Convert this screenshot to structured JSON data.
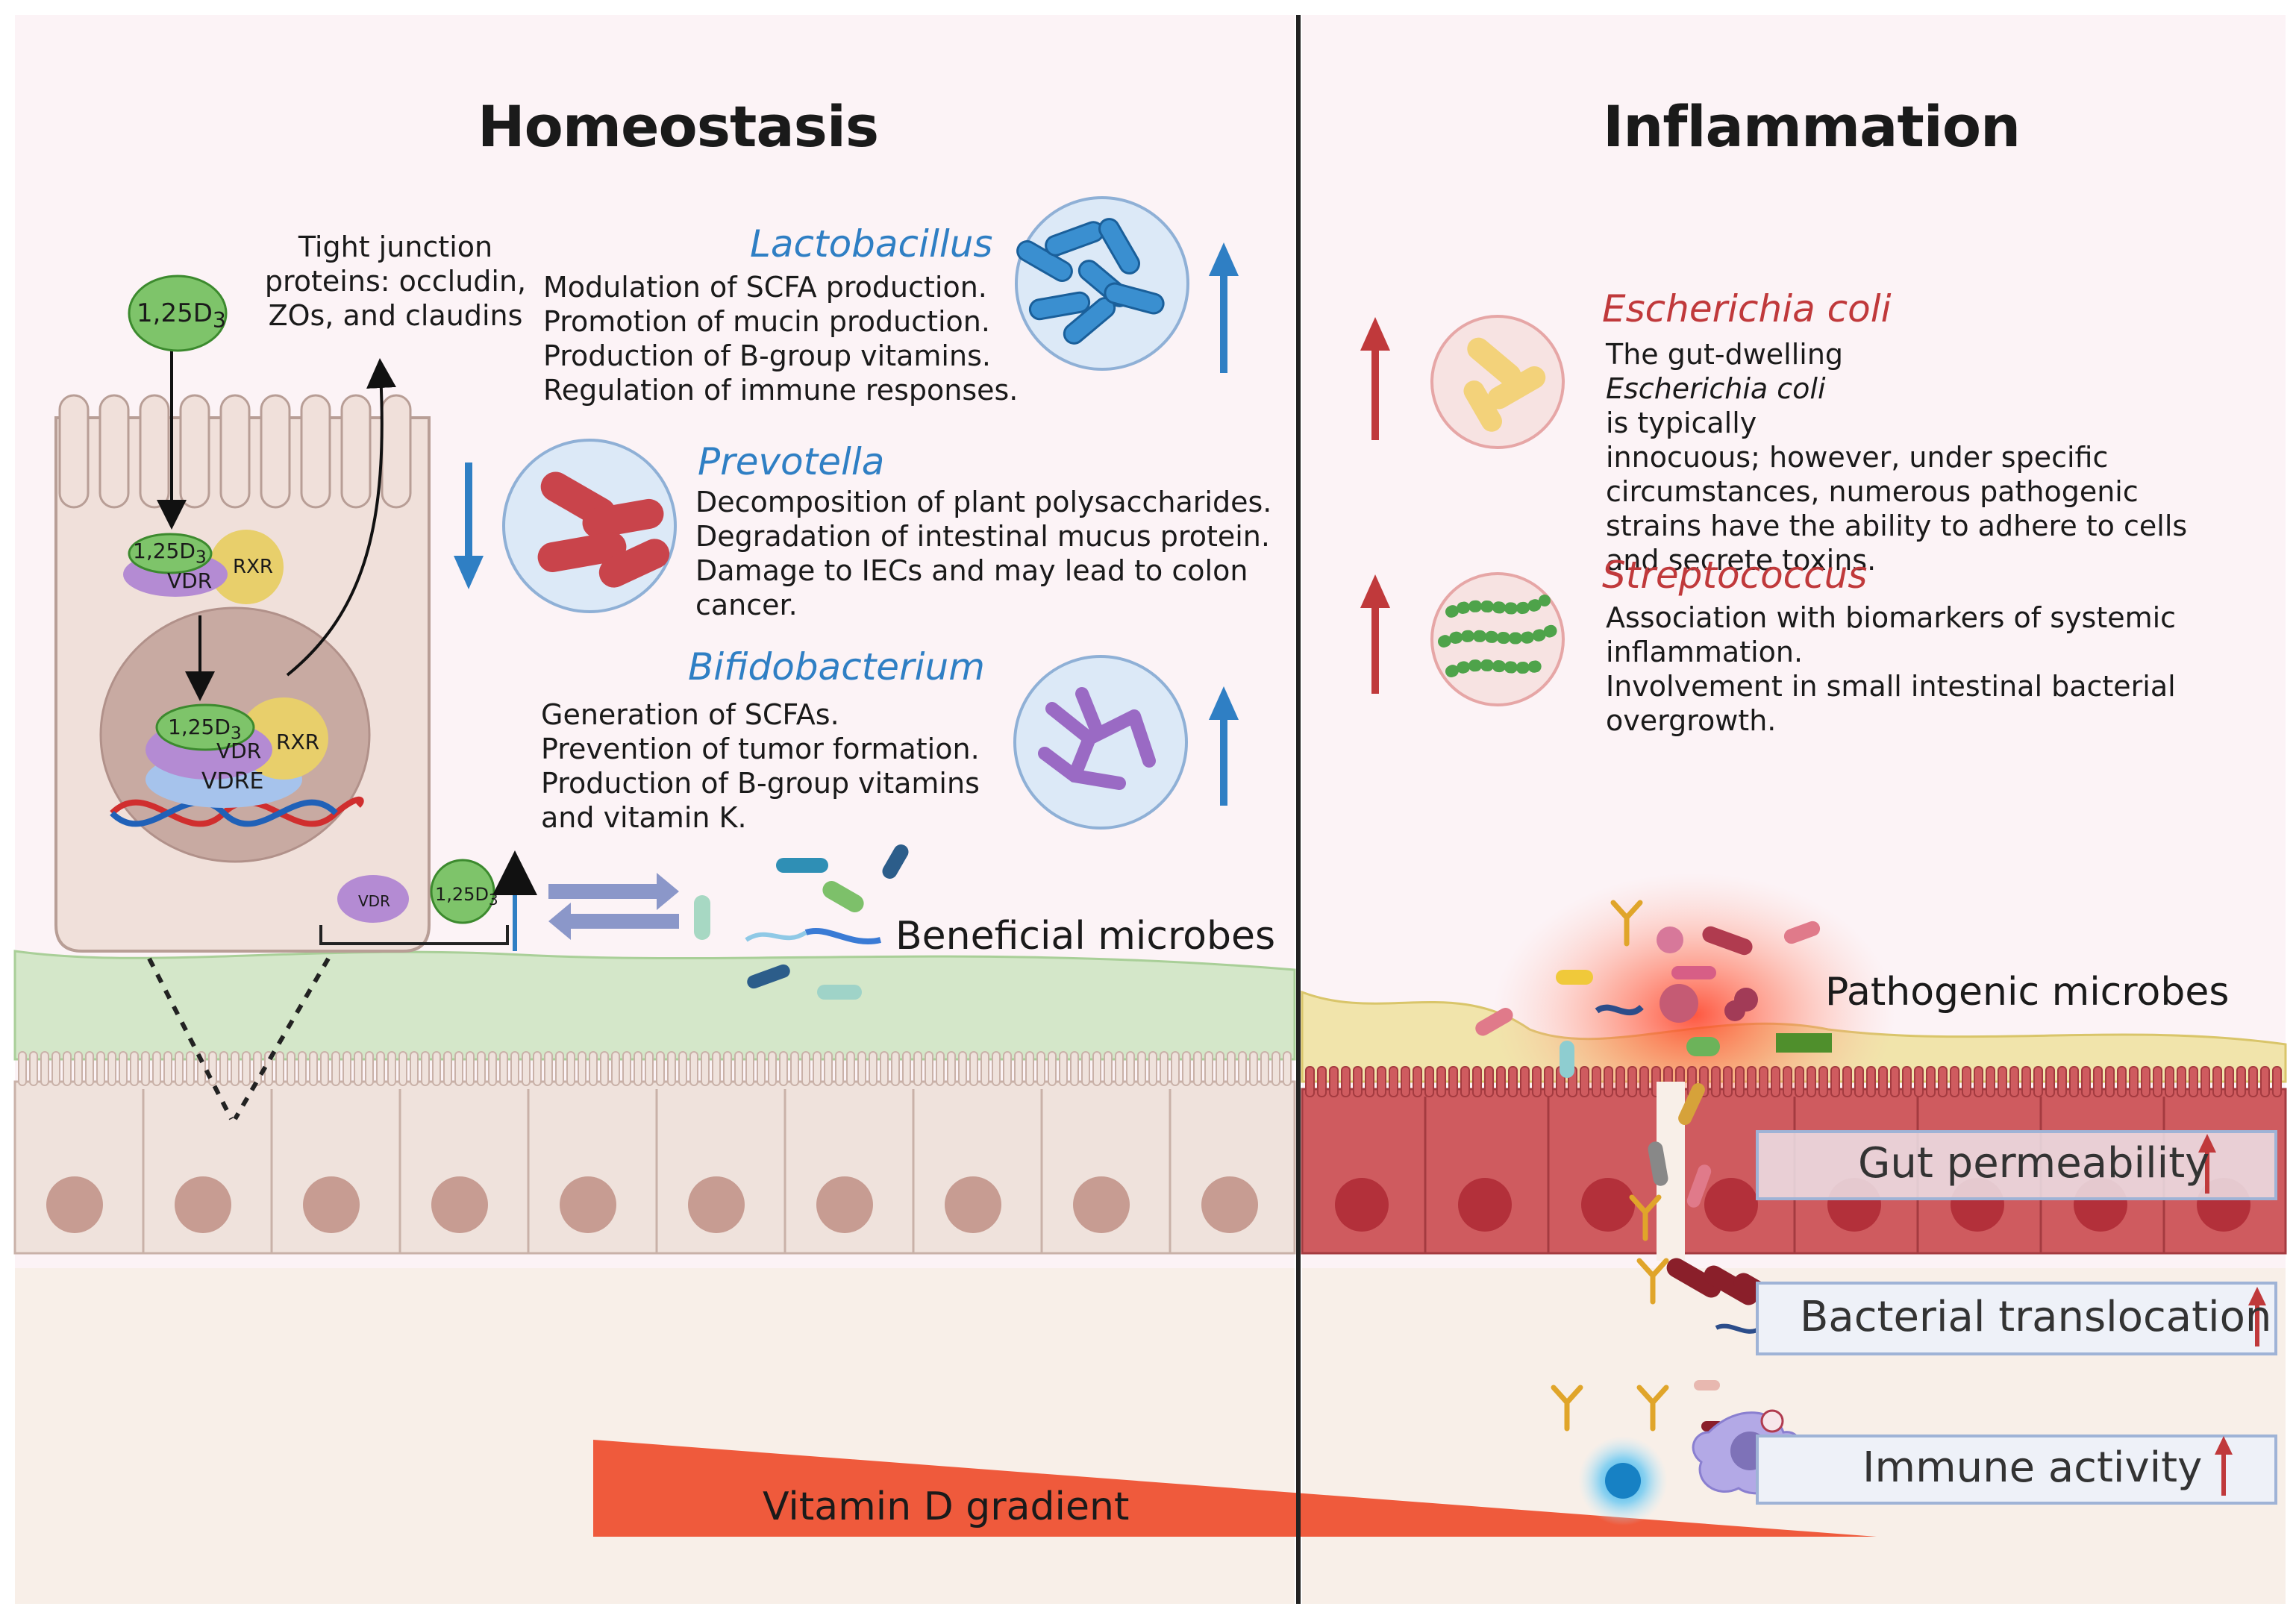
{
  "panels": {
    "left_title": "Homeostasis",
    "right_title": "Inflammation"
  },
  "cell": {
    "ligand": "1,25D",
    "ligand_sub": "3",
    "vdr": "VDR",
    "rxr": "RXR",
    "vdre": "VDRE",
    "tight_junction": [
      "Tight junction",
      "proteins: occludin,",
      "ZOs, and claudins"
    ]
  },
  "beneficial": [
    {
      "name": "Lactobacillus",
      "trend": "up",
      "lines": [
        "Modulation of SCFA production.",
        "Promotion of mucin production.",
        "Production of B-group vitamins.",
        "Regulation of immune responses."
      ]
    },
    {
      "name": "Prevotella",
      "trend": "down",
      "lines": [
        "Decomposition of plant polysaccharides.",
        "Degradation of intestinal mucus protein.",
        "Damage to IECs and may lead to colon",
        "cancer."
      ]
    },
    {
      "name": "Bifidobacterium",
      "trend": "up",
      "lines": [
        "Generation of SCFAs.",
        "Prevention of tumor formation.",
        "Production of B-group vitamins",
        "and vitamin K."
      ]
    }
  ],
  "pathogens": [
    {
      "name": "Escherichia coli",
      "trend": "up",
      "lines_parts": [
        [
          "The gut-dwelling ",
          "Escherichia coli",
          " is typically"
        ],
        [
          "innocuous; however, under specific"
        ],
        [
          "circumstances, numerous pathogenic"
        ],
        [
          "strains have the ability to adhere to cells"
        ],
        [
          "and secrete toxins."
        ]
      ]
    },
    {
      "name": "Streptococcus",
      "trend": "up",
      "lines": [
        "Association with biomarkers of systemic",
        "inflammation.",
        "Involvement in small intestinal bacterial",
        "overgrowth."
      ]
    }
  ],
  "labels": {
    "beneficial_microbes": "Beneficial microbes",
    "pathogenic_microbes": "Pathogenic microbes",
    "vitamin_d_gradient": "Vitamin D gradient"
  },
  "effects": [
    {
      "label": "Gut permeability",
      "trend": "up"
    },
    {
      "label": "Bacterial translocation",
      "trend": "up"
    },
    {
      "label": "Immune activity",
      "trend": "up"
    }
  ],
  "colors": {
    "up_blue": "#2f7fc4",
    "down_blue": "#2f7fc4",
    "up_red": "#c0393b",
    "gradient": "#ef5a3c",
    "healthy_epithelium": "#efe2dc",
    "inflamed_epithelium": "#cf5b5f",
    "mucus_healthy": "#cfe4c2",
    "mucus_inflamed": "#efe2a6"
  }
}
